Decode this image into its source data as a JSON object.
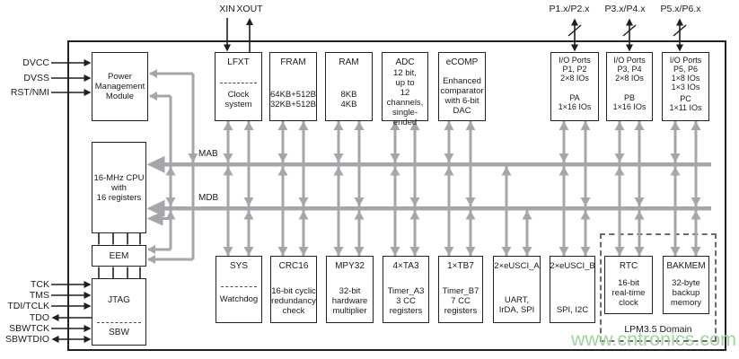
{
  "pins": {
    "power": [
      "DVCC",
      "DVSS",
      "RST/NMI"
    ],
    "debug": [
      "TCK",
      "TMS",
      "TDI/TCLK",
      "TDO",
      "SBWTCK",
      "SBWTDIO"
    ],
    "crystal": [
      "XIN",
      "XOUT"
    ],
    "ports": [
      "P1.x/P2.x",
      "P3.x/P4.x",
      "P5.x/P6.x"
    ]
  },
  "buses": {
    "mab": "MAB",
    "mdb": "MDB"
  },
  "blocks": {
    "pmm": {
      "body": [
        "Power",
        "Management",
        "Module"
      ]
    },
    "lfxt": {
      "title": "LFXT",
      "body": [
        "Clock",
        "system"
      ]
    },
    "fram": {
      "title": "FRAM",
      "body": [
        "64KB+512B",
        "32KB+512B"
      ]
    },
    "ram": {
      "title": "RAM",
      "body": [
        "8KB",
        "4KB"
      ]
    },
    "adc": {
      "title": "ADC",
      "body": [
        "12 bit,",
        "up to",
        "12 channels,",
        "single-ended"
      ]
    },
    "ecomp": {
      "title": "eCOMP",
      "body": [
        "Enhanced",
        "comparator",
        "with 6-bit",
        "DAC"
      ]
    },
    "io1": {
      "body": [
        "I/O Ports",
        "P1, P2",
        "2×8 IOs",
        "PA",
        "1×16 IOs"
      ]
    },
    "io2": {
      "body": [
        "I/O Ports",
        "P3, P4",
        "2×8 IOs",
        "PB",
        "1×16 IOs"
      ]
    },
    "io3": {
      "body": [
        "I/O Ports",
        "P5, P6",
        "1×8 IOs",
        "1×3 IOs",
        "PC",
        "1×11 IOs"
      ]
    },
    "cpu": {
      "body": [
        "16-MHz CPU",
        "with",
        "16 registers"
      ]
    },
    "eem": {
      "title": "EEM"
    },
    "jtag": {
      "title": "JTAG",
      "sub": "SBW"
    },
    "sys": {
      "title": "SYS",
      "sub": "Watchdog"
    },
    "crc": {
      "title": "CRC16",
      "body": [
        "16-bit cyclic",
        "redundancy",
        "check"
      ]
    },
    "mpy": {
      "title": "MPY32",
      "body": [
        "32-bit",
        "hardware",
        "multiplier"
      ]
    },
    "ta3": {
      "title": "4×TA3",
      "body": [
        "Timer_A3",
        "3 CC",
        "registers"
      ]
    },
    "tb7": {
      "title": "1×TB7",
      "body": [
        "Timer_B7",
        "7 CC",
        "registers"
      ]
    },
    "uscia": {
      "title": "2×eUSCI_A",
      "body": [
        "UART,",
        "IrDA, SPI"
      ]
    },
    "uscib": {
      "title": "2×eUSCI_B",
      "body": [
        "SPI, I2C"
      ]
    },
    "rtc": {
      "title": "RTC",
      "body": [
        "16-bit",
        "real-time",
        "clock"
      ]
    },
    "bakmem": {
      "title": "BAKMEM",
      "body": [
        "32-byte",
        "backup",
        "memory"
      ]
    }
  },
  "labels": {
    "lpm_domain": "LPM3.5 Domain",
    "watermark": "www.cntronics.com"
  },
  "colors": {
    "wire_gray": "#a4a6a9",
    "line_black": "#1f1f1f",
    "watermark_green": "#9ed49e"
  }
}
